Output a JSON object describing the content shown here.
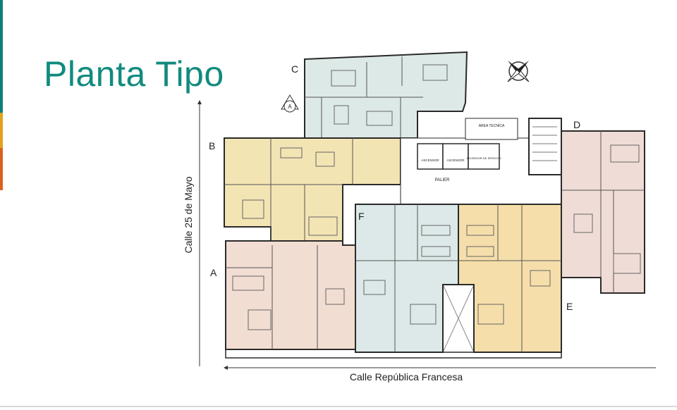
{
  "title": "Planta Tipo",
  "streets": {
    "side": "Calle 25 de Mayo",
    "bottom": "Calle República Francesa"
  },
  "units": [
    "A",
    "B",
    "C",
    "D",
    "E",
    "F"
  ],
  "rooms": {
    "palier": "PALIER",
    "area_tecnica": "AREA TECNICA",
    "ascensor_1": "ASCENSOR",
    "ascensor_2": "ASCENSOR",
    "ascensor_servicio": "ASCENSOR DE SERVICIO"
  },
  "markers": {
    "section_a": "A"
  },
  "colors": {
    "title": "#118b7e",
    "unit_a": "#f2ddd2",
    "unit_b": "#f3e4b4",
    "unit_c": "#dde9e6",
    "unit_d": "#f0dcd6",
    "unit_e": "#f5deaa",
    "unit_f": "#dce9e8",
    "walls": "#2a2a2a"
  },
  "icons": [
    "compass-rose-icon",
    "section-marker-icon"
  ]
}
